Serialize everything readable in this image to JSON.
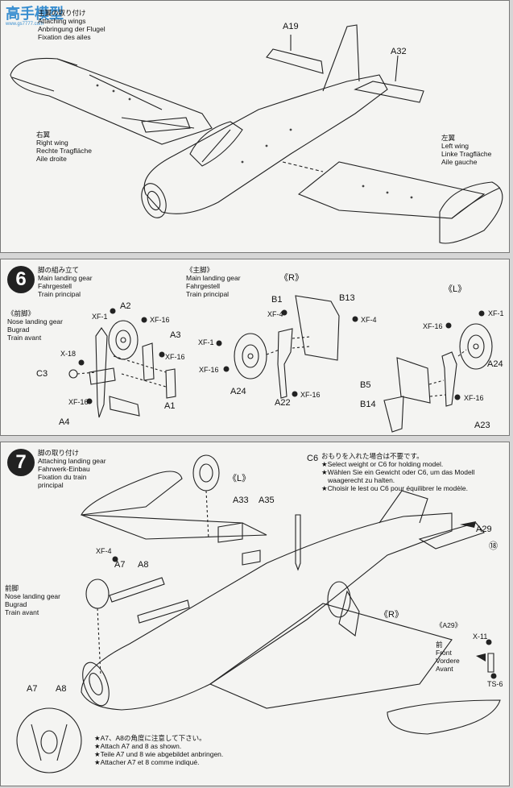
{
  "logo": {
    "text": "高手模型",
    "sub": "www.gs7777.com"
  },
  "step5": {
    "heading_jp": "主翼の取り付け",
    "heading_lines": [
      "Attaching wings",
      "Anbringung der Flugel",
      "Fixation des ailes"
    ],
    "right_wing": [
      "右翼",
      "Right wing",
      "Rechte Tragfläche",
      "Aile droite"
    ],
    "left_wing": [
      "左翼",
      "Left wing",
      "Linke Tragfläche",
      "Aile gauche"
    ],
    "parts": {
      "a19": "A19",
      "a32": "A32"
    }
  },
  "step6": {
    "number": "6",
    "heading": [
      "脚の組み立て",
      "Main landing gear",
      "Fahrgestell",
      "Train principal"
    ],
    "main_gear_heading": [
      "《主脚》",
      "Main landing gear",
      "Fahrgestell",
      "Train principal"
    ],
    "nose_gear": [
      "《前脚》",
      "Nose landing gear",
      "Bugrad",
      "Train avant"
    ],
    "r_label": "《R》",
    "l_label": "《L》",
    "parts": {
      "a2": "A2",
      "a3": "A3",
      "a1": "A1",
      "a4": "A4",
      "c3": "C3",
      "b1": "B1",
      "b13": "B13",
      "a24": "A24",
      "a22": "A22",
      "b5": "B5",
      "b14": "B14",
      "a23": "A23",
      "a24_l": "A24"
    },
    "paints": {
      "xf1": "XF-1",
      "xf16": "XF-16",
      "x18": "X-18",
      "xf4": "XF-4"
    }
  },
  "step7": {
    "number": "7",
    "heading": [
      "脚の取り付け",
      "Attaching landing gear",
      "Fahrwerk-Einbau",
      "Fixation du train",
      "principal"
    ],
    "c6": "C6",
    "weight_note": [
      "おもりを入れた場合は不要です。",
      "★Select weight or C6 for holding model.",
      "★Wählen Sie ein Gewicht oder C6, um das Modell",
      "waagerecht zu halten.",
      "★Choisir le lest ou C6 pour équilibrer le modèle."
    ],
    "parts": {
      "a33": "A33",
      "a35": "A35",
      "a29": "A29",
      "a7": "A7",
      "a8": "A8",
      "l": "《L》",
      "r": "《R》",
      "a7b": "A7",
      "a8b": "A8"
    },
    "paints": {
      "xf4": "XF-4",
      "x11": "X-11",
      "ts6": "TS-6"
    },
    "ref": "⑱",
    "nose_gear": [
      "前脚",
      "Nose landing gear",
      "Bugrad",
      "Train avant"
    ],
    "a29_detail": [
      "《A29》",
      "前",
      "Front",
      "Vordere",
      "Avant"
    ],
    "angle_note": [
      "★A7、A8の角度に注意して下さい。",
      "★Attach A7 and 8 as shown.",
      "★Teile A7 und 8 wie abgebildet anbringen.",
      "★Attacher A7 et 8 comme indiqué."
    ]
  }
}
